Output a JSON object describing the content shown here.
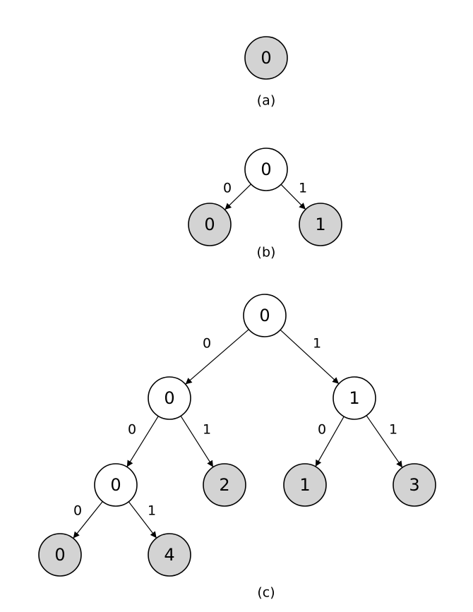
{
  "colors": {
    "leaf_fill": "#d3d3d3",
    "internal_fill": "#ffffff",
    "stroke": "#000000"
  },
  "diagrams": [
    {
      "caption": "(a)",
      "nodes": [
        {
          "id": "a_root",
          "label": "0",
          "leaf": true
        }
      ],
      "edges": []
    },
    {
      "caption": "(b)",
      "nodes": [
        {
          "id": "b_root",
          "label": "0",
          "leaf": false
        },
        {
          "id": "b_l",
          "label": "0",
          "leaf": true
        },
        {
          "id": "b_r",
          "label": "1",
          "leaf": true
        }
      ],
      "edges": [
        {
          "from": "b_root",
          "to": "b_l",
          "label": "0"
        },
        {
          "from": "b_root",
          "to": "b_r",
          "label": "1"
        }
      ]
    },
    {
      "caption": "(c)",
      "nodes": [
        {
          "id": "c_root",
          "label": "0",
          "leaf": false
        },
        {
          "id": "c_l",
          "label": "0",
          "leaf": false
        },
        {
          "id": "c_r",
          "label": "1",
          "leaf": false
        },
        {
          "id": "c_ll",
          "label": "0",
          "leaf": false
        },
        {
          "id": "c_lr",
          "label": "2",
          "leaf": true
        },
        {
          "id": "c_rl",
          "label": "1",
          "leaf": true
        },
        {
          "id": "c_rr",
          "label": "3",
          "leaf": true
        },
        {
          "id": "c_lll",
          "label": "0",
          "leaf": true
        },
        {
          "id": "c_llr",
          "label": "4",
          "leaf": true
        }
      ],
      "edges": [
        {
          "from": "c_root",
          "to": "c_l",
          "label": "0"
        },
        {
          "from": "c_root",
          "to": "c_r",
          "label": "1"
        },
        {
          "from": "c_l",
          "to": "c_ll",
          "label": "0"
        },
        {
          "from": "c_l",
          "to": "c_lr",
          "label": "1"
        },
        {
          "from": "c_r",
          "to": "c_rl",
          "label": "0"
        },
        {
          "from": "c_r",
          "to": "c_rr",
          "label": "1"
        },
        {
          "from": "c_ll",
          "to": "c_lll",
          "label": "0"
        },
        {
          "from": "c_ll",
          "to": "c_llr",
          "label": "1"
        }
      ]
    }
  ]
}
